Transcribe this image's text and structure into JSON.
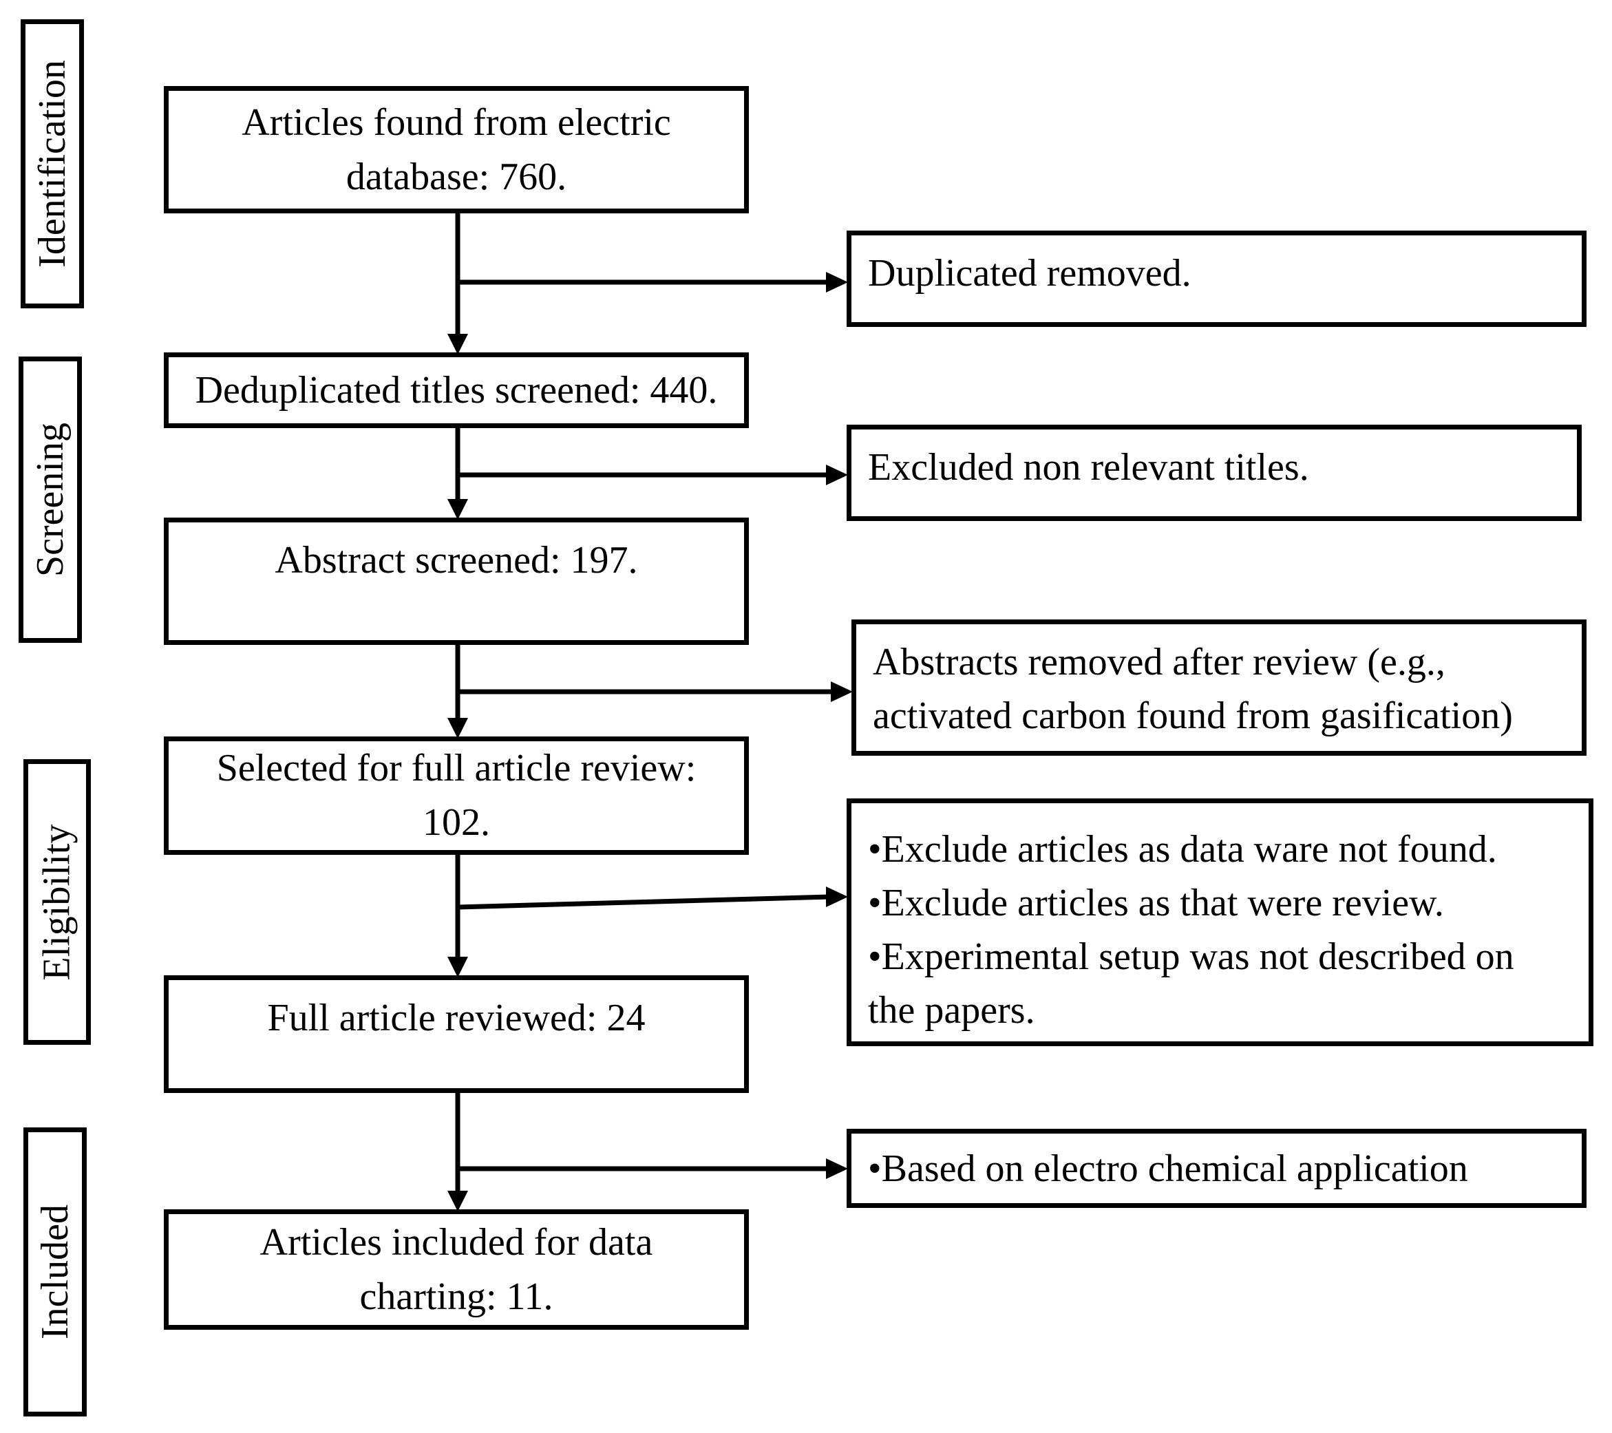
{
  "stages": {
    "identification": "Identification",
    "screening": "Screening",
    "eligibility": "Eligibility",
    "included": "Included"
  },
  "flow": {
    "found": [
      "Articles found from electric",
      "database: 760."
    ],
    "deduplicated": "Deduplicated titles screened: 440.",
    "abstract": "Abstract screened: 197.",
    "selected": [
      "Selected for full article review:",
      "102."
    ],
    "full_review": "Full article reviewed: 24",
    "final": [
      "Articles included for data",
      "charting: 11."
    ]
  },
  "exclusions": {
    "duplicates": "Duplicated removed.",
    "titles": "Excluded non relevant titles.",
    "abstracts": [
      "Abstracts removed after review (e.g.,",
      "activated carbon found from gasification)"
    ],
    "full_articles": [
      "•Exclude articles as data ware not found.",
      "•Exclude articles as that were review.",
      "•Experimental setup was not described on",
      "the papers."
    ],
    "application": "•Based on electro chemical application"
  }
}
